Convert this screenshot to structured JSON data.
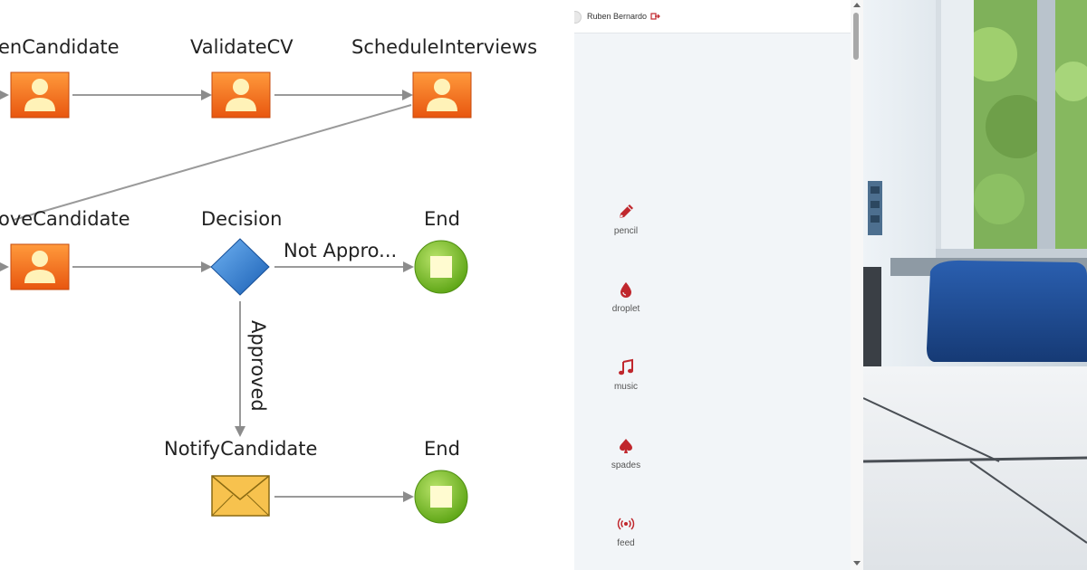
{
  "diagram": {
    "nodes": {
      "screen_candidate": "enCandidate",
      "validate_cv": "ValidateCV",
      "schedule_interviews": "ScheduleInterviews",
      "approve_candidate": "oveCandidate",
      "decision": "Decision",
      "end_top": "End",
      "notify_candidate": "NotifyCandidate",
      "end_bottom": "End"
    },
    "edges": {
      "not_approved": "Not Appro...",
      "approved": "Approved"
    }
  },
  "panel": {
    "user_name": "Ruben Bernardo",
    "icons": [
      {
        "label": "pencil",
        "icon": "pencil-icon"
      },
      {
        "label": "droplet",
        "icon": "droplet-icon"
      },
      {
        "label": "music",
        "icon": "music-icon"
      },
      {
        "label": "spades",
        "icon": "spades-icon"
      },
      {
        "label": "feed",
        "icon": "feed-icon"
      }
    ],
    "icon_color": "#c0272d"
  }
}
